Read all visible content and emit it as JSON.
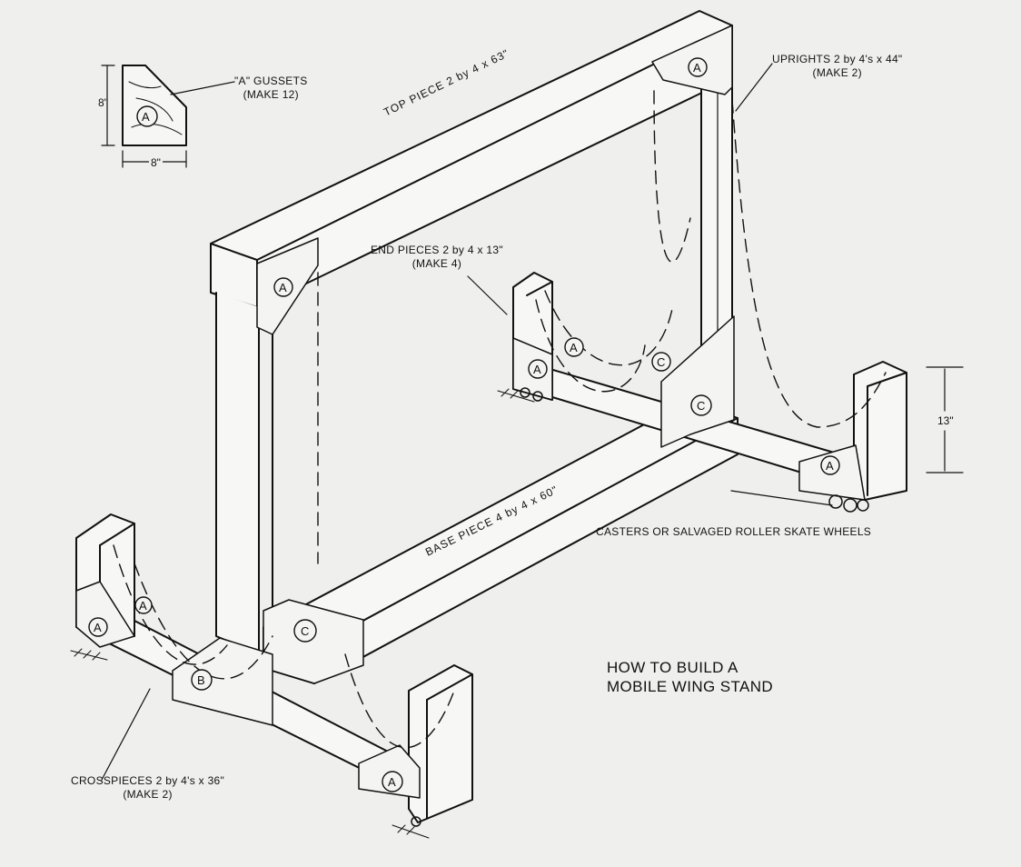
{
  "diagram": {
    "title_line1": "HOW TO BUILD A",
    "title_line2": "MOBILE WING STAND",
    "labels": {
      "gussets_line1": "\"A\" GUSSETS",
      "gussets_line2": "(MAKE 12)",
      "uprights_line1": "UPRIGHTS 2 by 4's x 44\"",
      "uprights_line2": "(MAKE 2)",
      "end_pieces_line1": "END PIECES 2 by 4 x 13\"",
      "end_pieces_line2": "(MAKE 4)",
      "top_piece": "TOP PIECE 2 by 4 x 63\"",
      "base_piece": "BASE PIECE 4 by 4 x 60\"",
      "casters": "CASTERS OR SALVAGED ROLLER SKATE WHEELS",
      "crosspieces_line1": "CROSSPIECES 2 by 4's x 36\"",
      "crosspieces_line2": "(MAKE 2)"
    },
    "dimensions": {
      "gusset_height": "8\"",
      "gusset_width": "8\"",
      "end_height": "13\""
    },
    "gusset_letters": {
      "a": "A",
      "b": "B",
      "c": "C"
    }
  }
}
